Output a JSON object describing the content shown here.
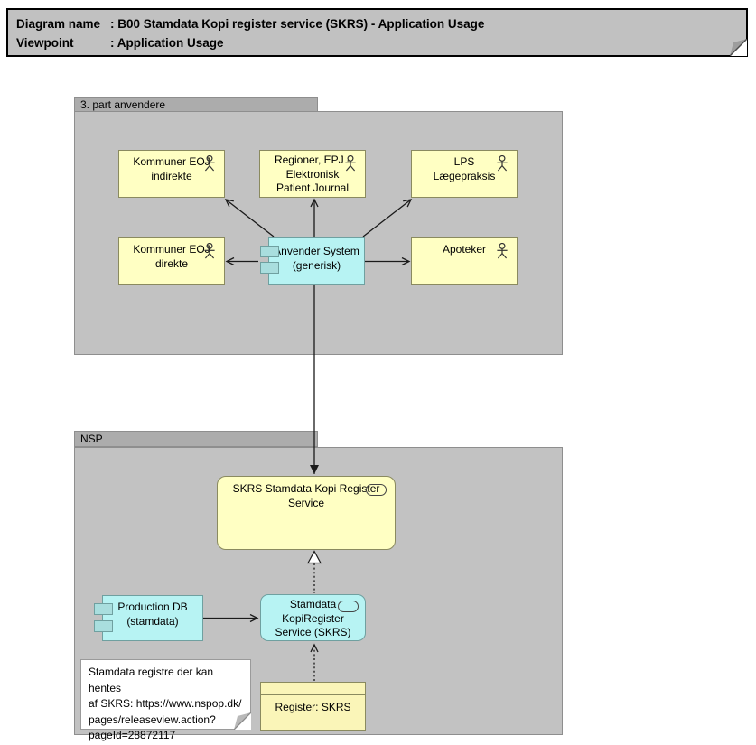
{
  "title_block": {
    "rows": [
      {
        "label": "Diagram name",
        "value": ": B00 Stamdata Kopi register service (SKRS) - Application Usage"
      },
      {
        "label": "Viewpoint",
        "value": ": Application Usage"
      }
    ]
  },
  "groups": {
    "third_party": "3. part anvendere",
    "nsp": "NSP"
  },
  "actors": {
    "kommuner_eoj_indirekte": "Kommuner EOJ\nindirekte",
    "regioner_epj": "Regioner, EPJ -\nElektronisk\nPatient Journal",
    "lps": "LPS\nLægepraksis",
    "kommuner_eoj_direkte": "Kommuner EOJ\ndirekte",
    "apoteker": "Apoteker"
  },
  "components": {
    "anvender_system": "Anvender System\n(generisk)",
    "production_db": "Production DB\n(stamdata)"
  },
  "services": {
    "skrs_register_service": "SKRS Stamdata Kopi Register\nService",
    "stamdata_kopiregister": "Stamdata\nKopiRegister\nService (SKRS)"
  },
  "objects": {
    "register_skrs": "Register: SKRS"
  },
  "note": {
    "text": "Stamdata registre der kan hentes\naf SKRS: https://www.nspop.dk/\npages/releaseview.action?\npageId=28872117"
  },
  "icons": {
    "actor": "actor-icon",
    "service": "service-oval-icon",
    "component": "component-icon",
    "note_fold": "folded-corner-icon"
  },
  "colors": {
    "actor_fill": "#FFFFC3",
    "actor_border": "#8A8A5F",
    "component_fill": "#B7F3F3",
    "component_border": "#6FA0A0",
    "object_fill": "#FAF5B8",
    "group_tab": "#ACACAC",
    "group_body": "#C2C2C2",
    "title_fill": "#C1C1C1",
    "line": "#1A1A1A"
  }
}
